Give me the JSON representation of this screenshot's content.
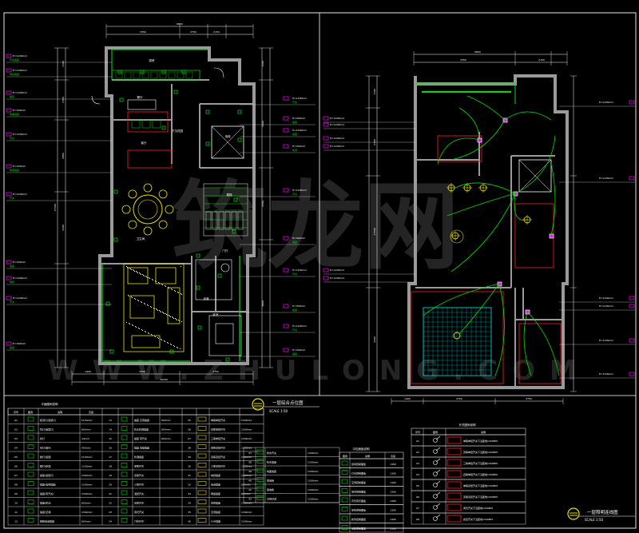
{
  "colors": {
    "background": "#000000",
    "frame": "#ffffff",
    "wall": "#9a9a9a",
    "green": "#00e000",
    "yellow": "#e8e000",
    "cyan": "#00e0e0",
    "red": "#ff2020",
    "magenta": "#ff00ff",
    "white": "#ffffff",
    "watermark": "#ffffff"
  },
  "watermark": {
    "text": "筑龙网",
    "url": "WWW.ZHULONG.COM"
  },
  "left_plan": {
    "title": "一层综合点位图",
    "scale": "SCALE 1:50",
    "dims_top": [
      "6800",
      "3350",
      "2750",
      "2150"
    ],
    "dims_bottom": [
      "1400",
      "3750",
      "3750",
      "10200"
    ],
    "dims_left": [
      "1500",
      "2300",
      "2800",
      "2400",
      "17300"
    ],
    "dims_right": [
      "1500",
      "4400",
      "2300",
      "3800"
    ],
    "room_labels": [
      "厨房",
      "餐厅",
      "客厅",
      "卫生间",
      "门厅",
      "电梯",
      "楼梯",
      "卧室",
      "走道",
      "下沉花园"
    ],
    "left_notes": [
      [
        "H=1200mm",
        "开关插座"
      ],
      [
        "H=1000mm",
        "电视插座"
      ],
      [
        "H=1200mm",
        "插座"
      ],
      [
        "H=300mm",
        "地面插座"
      ],
      [
        "H=1200mm",
        "开关"
      ],
      [
        "H=300mm",
        "电源插座"
      ],
      [
        "H=1200mm",
        "开关"
      ],
      [
        "H=300mm",
        "插座"
      ],
      [
        "H=1000mm",
        "电视"
      ],
      [
        "H=1200mm",
        "开关"
      ],
      [
        "H=300mm",
        "插座"
      ]
    ],
    "right_notes": [
      [
        "H=1200mm",
        "开关"
      ],
      [
        "H=300mm",
        "插座"
      ],
      [
        "H=1200mm",
        "插座"
      ],
      [
        "H=300mm",
        "电源"
      ],
      [
        "H=1200mm",
        "开关"
      ],
      [
        "H=300mm",
        "插座"
      ],
      [
        "H=1200mm",
        "开关"
      ],
      [
        "H=300mm",
        "插座"
      ],
      [
        "H=1200mm",
        "开关"
      ],
      [
        "H=300mm",
        "插座"
      ]
    ]
  },
  "right_plan": {
    "title": "一层照明连线图",
    "scale": "SCALE 1:50",
    "dims_top": [
      "6800",
      "3350",
      "2150"
    ],
    "dims_bottom": [
      "1400",
      "3750",
      "3750"
    ],
    "dims_left": [
      "1500",
      "2300",
      "17300",
      "4400"
    ],
    "left_notes": [
      [
        "H=1200mm",
        "开关"
      ],
      [
        "H=1200mm",
        "开关"
      ],
      [
        "H=1200mm",
        "开关"
      ],
      [
        "H=1200mm",
        "开关"
      ],
      [
        "H=1200mm",
        "开关"
      ],
      [
        "H=1200mm",
        "开关"
      ]
    ],
    "right_notes": [
      [
        "H=1200mm",
        "开关"
      ],
      [
        "H=1200mm",
        "开关"
      ],
      [
        "H=1200mm",
        "开关"
      ],
      [
        "H=1200mm",
        "开关"
      ],
      [
        "H=1200mm",
        "开关"
      ],
      [
        "H=1200mm",
        "开关"
      ]
    ]
  },
  "legend_main": {
    "caption": "平面图例说明",
    "headers": [
      "序号",
      "图例",
      "说明",
      "高度"
    ],
    "col_a": [
      [
        "01",
        "吸顶灯(造型灯)",
        "1100mm"
      ],
      [
        "02",
        "筒灯(造型灯)",
        "600mm"
      ],
      [
        "03",
        "射灯",
        "≥2mm"
      ],
      [
        "04",
        "吊灯(餐厅)",
        "400mm"
      ],
      [
        "05",
        "壁灯(造型)",
        "1100mm"
      ],
      [
        "06",
        "壁灯(卧室)",
        "1100mm"
      ],
      [
        "07",
        "插座(造型灯)",
        "1300mm"
      ],
      [
        "08",
        "插座(电视插座)",
        "1300mm"
      ],
      [
        "09",
        "插座(带开关)",
        "1300mm"
      ],
      [
        "10",
        "插座(防水)",
        "600mm"
      ],
      [
        "11",
        "插座(空调)",
        "1300mm"
      ],
      [
        "12",
        "网络电话插座",
        "600mm"
      ]
    ],
    "col_b": [
      [
        "13",
        "插座 空调插座",
        "600mm"
      ],
      [
        "14",
        "防水防溅插座",
        "600mm"
      ],
      [
        "15",
        "插座 带开关",
        "600mm"
      ],
      [
        "16",
        "插座 地插插座",
        ""
      ],
      [
        "17",
        "防潮插座",
        ""
      ],
      [
        "18",
        "单联开关",
        ""
      ],
      [
        "19",
        "双联开关",
        ""
      ],
      [
        "20",
        "三联开关",
        ""
      ],
      [
        "21",
        "温控开关",
        ""
      ],
      [
        "22",
        "双控开关",
        ""
      ],
      [
        "23",
        "调光开关",
        ""
      ],
      [
        "24",
        "门铃开关",
        ""
      ]
    ],
    "col_c": [
      [
        "25",
        "单联单控开关",
        "1300mm"
      ],
      [
        "26",
        "双联单控开关",
        "1300mm"
      ],
      [
        "27",
        "三联单控开关",
        "1300mm"
      ],
      [
        "28",
        "单联双控开关",
        "1300mm"
      ],
      [
        "29",
        "双联双控开关",
        "1300mm"
      ],
      [
        "30",
        "三联双控开关",
        "1300mm"
      ],
      [
        "31",
        "电视插座",
        "1300mm"
      ],
      [
        "32",
        "电话插座",
        "650mm"
      ],
      [
        "33",
        "网络插座",
        "650mm"
      ],
      [
        "34",
        "音响插座",
        "1300mm"
      ],
      [
        "35",
        "空调插座",
        "1300mm"
      ],
      [
        "36",
        "USB插座",
        "1300mm"
      ]
    ],
    "col_d": [
      [
        "37",
        "防水开关",
        "1300mm"
      ],
      [
        "38",
        "防水插座",
        "1300mm"
      ],
      [
        "39",
        "地面插座",
        "1300mm"
      ],
      [
        "40",
        "弱电箱",
        "1300mm"
      ],
      [
        "41",
        "强电箱",
        "1300mm"
      ],
      [
        "42",
        "可视对讲",
        "1300mm"
      ]
    ]
  },
  "legend_small": {
    "caption": "中控面板说明",
    "headers": [
      "图例",
      "说明",
      "高度"
    ],
    "rows": [
      [
        "窗帘控制面板",
        "1300"
      ],
      [
        "灯光控制面板",
        "1300"
      ],
      [
        "空调控制面板",
        "1300"
      ],
      [
        "场景控制面板",
        "1300"
      ],
      [
        "背景音乐面板",
        "1300"
      ],
      [
        "安防控制面板",
        "1300"
      ],
      [
        "新风控制面板",
        "1300"
      ],
      [
        "地暖控制面板",
        "1300"
      ]
    ]
  },
  "legend_switch": {
    "caption": "开关图例说明",
    "headers": [
      "序号",
      "图例",
      "说明"
    ],
    "rows": [
      [
        "01",
        "单联单控开关下沿距地1300MM"
      ],
      [
        "02",
        "双联单控开关下沿距地1300MM"
      ],
      [
        "03",
        "三联单控开关下沿距地1300MM"
      ],
      [
        "04",
        "四联单控开关下沿距地1300MM"
      ],
      [
        "05",
        "单联双控开关下沿距地1300MM"
      ],
      [
        "06",
        "双联双控开关下沿距地1300MM"
      ],
      [
        "07",
        "调光开关下沿距地1300MM"
      ],
      [
        "08",
        "感应开关下沿距地1300MM"
      ]
    ]
  }
}
